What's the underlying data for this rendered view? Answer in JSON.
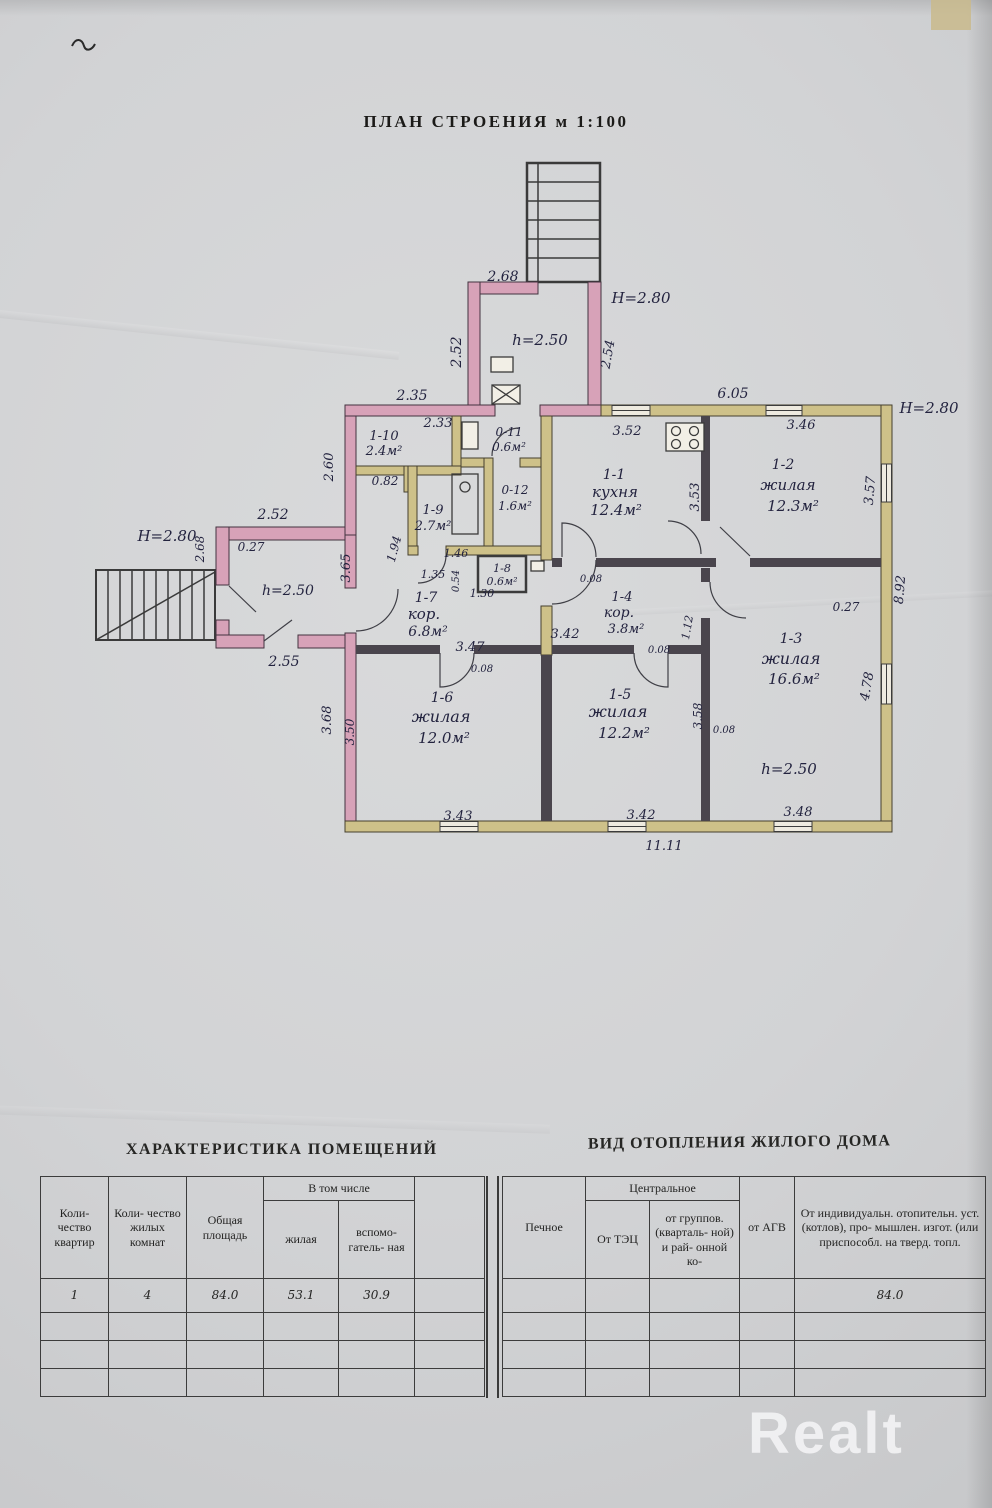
{
  "page": {
    "title": "ПЛАН СТРОЕНИЯ м 1:100",
    "watermark": "Realt"
  },
  "plan": {
    "rooms": {
      "r1_10": {
        "id": "1-10",
        "area": "2.4м²"
      },
      "r0_11": {
        "id": "0-11",
        "area": "0.6м²"
      },
      "r1_9": {
        "id": "1-9",
        "area": "2.7м²"
      },
      "r0_12": {
        "id": "0-12",
        "area": "1.6м²"
      },
      "r1_8": {
        "id": "1-8",
        "area": "0.6м²"
      },
      "r1_1": {
        "id": "1-1",
        "name": "кухня",
        "area": "12.4м²"
      },
      "r1_2": {
        "id": "1-2",
        "name": "жилая",
        "area": "12.3м²"
      },
      "r1_7": {
        "id": "1-7",
        "name": "кор.",
        "area": "6.8м²"
      },
      "r1_4": {
        "id": "1-4",
        "name": "кор.",
        "area": "3.8м²"
      },
      "r1_3": {
        "id": "1-3",
        "name": "жилая",
        "area": "16.6м²"
      },
      "r1_6": {
        "id": "1-6",
        "name": "жилая",
        "area": "12.0м²"
      },
      "r1_5": {
        "id": "1-5",
        "name": "жилая",
        "area": "12.2м²"
      }
    },
    "dims": {
      "top_268": "2.68",
      "corr_252": "2.52",
      "h_top": "h=2.50",
      "H_stairs": "Н=2.80",
      "corr_254": "2.54",
      "top_235": "2.35",
      "top_233": "2.33",
      "top_605": "6.05",
      "top_352": "3.52",
      "top_346": "3.46",
      "H_right": "Н=2.80",
      "left_260": "2.60",
      "annex_252": "2.52",
      "H_left": "Н=2.80",
      "annex_268": "2.68",
      "annex_027": "0.27",
      "h_annex": "h=2.50",
      "annex_255": "2.55",
      "left_365": "3.65",
      "cl_082": "0.82",
      "cl_194": "1.94",
      "cl_146": "1.46",
      "cl_135": "1.35",
      "cl_130": "1.30",
      "cl_054": "0.54",
      "mid_008a": "0.08",
      "mid_342": "3.42",
      "mid_008b": "0.08",
      "mid_112": "1.12",
      "mid_347": "3.47",
      "mid_008c": "0.08",
      "mid_008d": "0.08",
      "right_353": "3.53",
      "right_357": "3.57",
      "right_027": "0.27",
      "right_892": "8.92",
      "right_478": "4.78",
      "mid_358": "3.58",
      "left_368": "3.68",
      "left_350": "3.50",
      "h_room3": "h=2.50",
      "bot_343": "3.43",
      "bot_342": "3.42",
      "bot_348": "3.48",
      "bot_1111": "11.11"
    }
  },
  "tables": {
    "left_title": "ХАРАКТЕРИСТИКА ПОМЕЩЕНИЙ",
    "right_title": "ВИД ОТОПЛЕНИЯ ЖИЛОГО ДОМА",
    "char": {
      "col_apartments": "Коли- чество квартир",
      "col_rooms": "Коли- чество жилых комнат",
      "col_total": "Общая площадь",
      "group_including": "В том числе",
      "col_living": "жилая",
      "col_aux": "вспомо- гатель- ная",
      "row": {
        "apartments": "1",
        "rooms": "4",
        "total": "84.0",
        "living": "53.1",
        "aux": "30.9"
      }
    },
    "heating": {
      "col_stove": "Печное",
      "group_central": "Центральное",
      "col_tec": "От ТЭЦ",
      "col_group_boiler": "от группов. (кварталь- ной) и рай- онной ко-",
      "col_agv": "от АГВ",
      "col_individual": "От индивидуальн. отопительн. уст. (котлов), про- мышлен. изгот. (или приспособл. на тверд. топл.",
      "row": {
        "individual": "84.0"
      }
    }
  }
}
